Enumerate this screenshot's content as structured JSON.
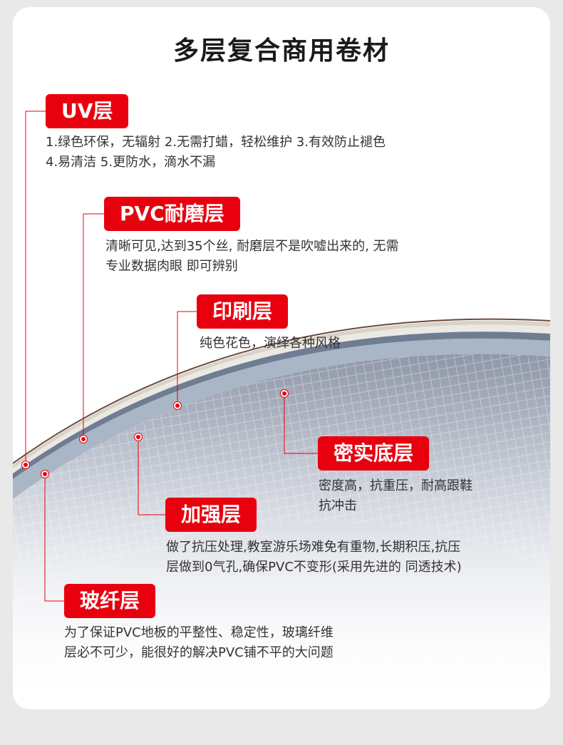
{
  "title": "多层复合商用卷材",
  "colors": {
    "accent": "#e8000f",
    "text": "#333333",
    "title": "#1a1a1a"
  },
  "layers": [
    {
      "label": "UV层",
      "lines": [
        "1.绿色环保，无辐射 2.无需打蜡，轻松维护 3.有效防止褪色",
        "4.易清洁 5.更防水，滴水不漏"
      ]
    },
    {
      "label": "PVC耐磨层",
      "lines": [
        "清晰可见,达到35个丝, 耐磨层不是吹嘘出来的, 无需",
        "专业数据肉眼 即可辨别"
      ]
    },
    {
      "label": "印刷层",
      "lines": [
        "纯色花色，演绎各种风格"
      ]
    },
    {
      "label": "密实底层",
      "lines": [
        "密度高，抗重压，耐高跟鞋",
        "抗冲击"
      ]
    },
    {
      "label": "加强层",
      "lines": [
        "做了抗压处理,教室游乐场难免有重物,长期积压,抗压",
        "层做到0气孔,确保PVC不变形(采用先进的 同透技术)"
      ]
    },
    {
      "label": "玻纤层",
      "lines": [
        "为了保证PVC地板的平整性、稳定性，玻璃纤维",
        "层必不可少，能很好的解决PVC铺不平的大问题"
      ]
    }
  ]
}
